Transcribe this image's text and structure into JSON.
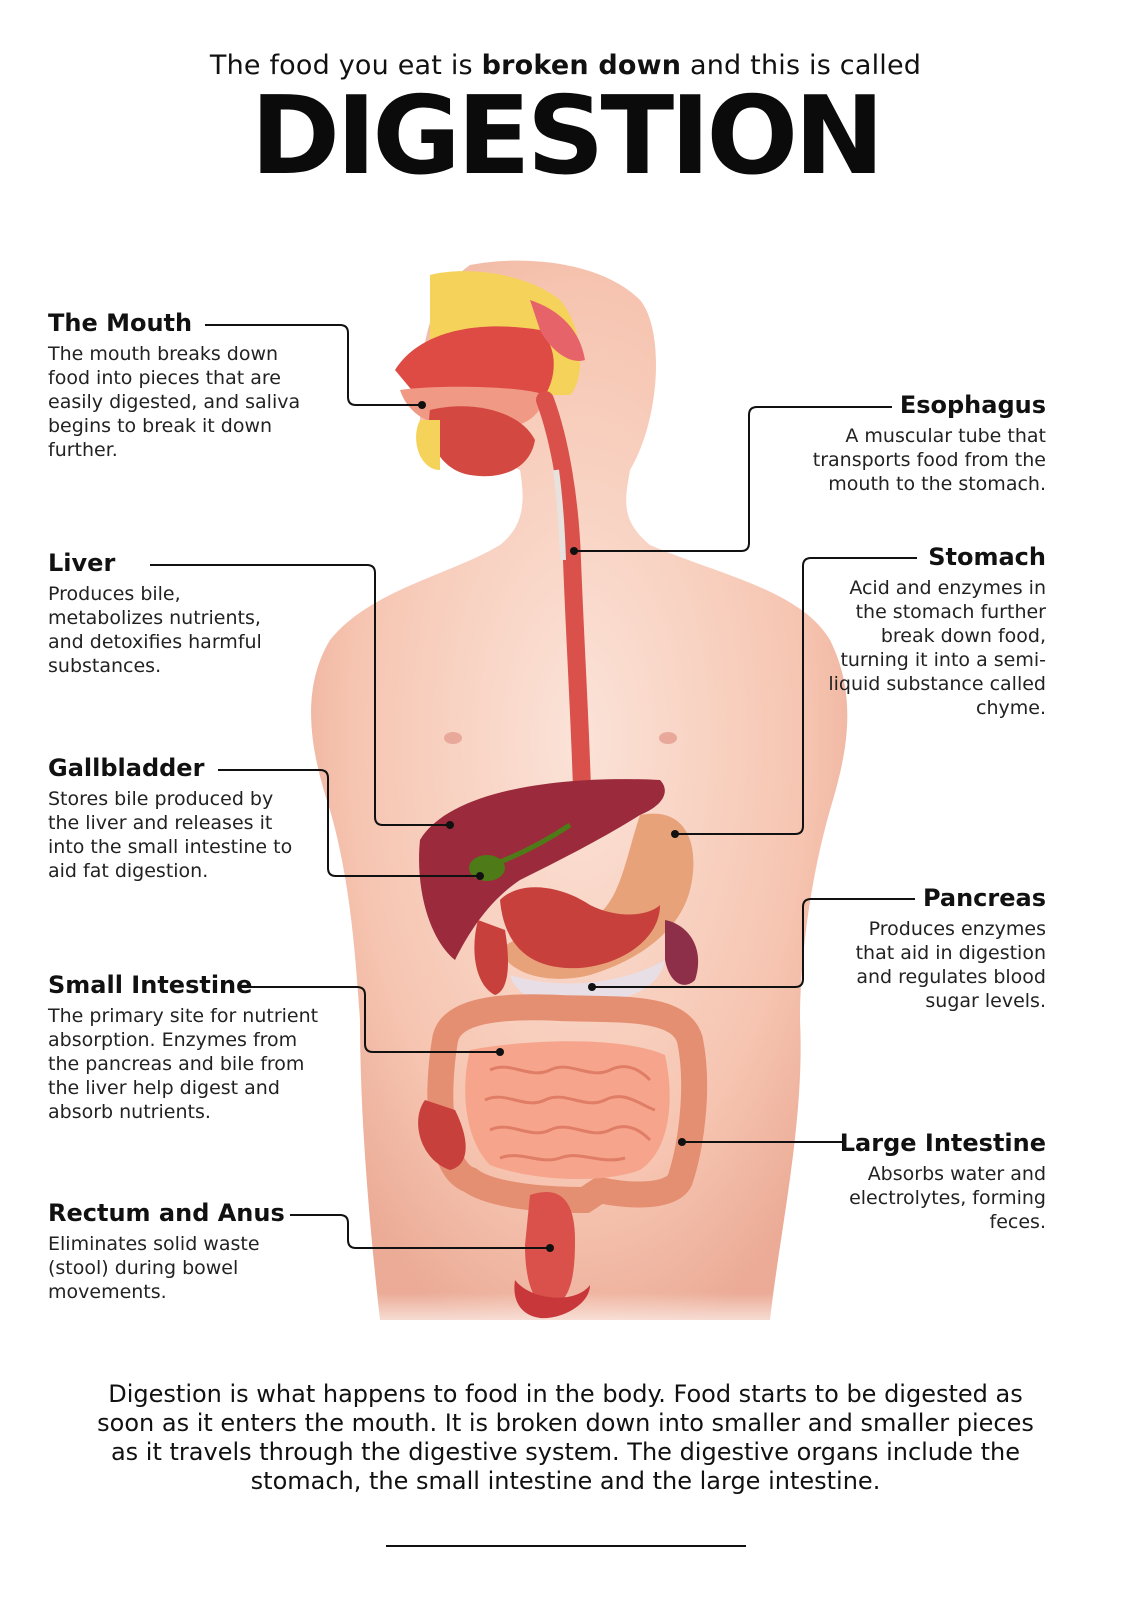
{
  "intro": {
    "before": "The food you eat is ",
    "bold": "broken down",
    "after": " and this is called"
  },
  "title": "DIGESTION",
  "organs": {
    "mouth": {
      "name": "The Mouth",
      "text": "The mouth breaks down food into pieces that are easily digested, and saliva begins to break it down further."
    },
    "liver": {
      "name": "Liver",
      "text": "Produces bile, metabolizes nutrients, and detoxifies harmful substances."
    },
    "gallbladder": {
      "name": "Gallbladder",
      "text": "Stores bile produced by the liver and releases it into the small intestine to aid fat digestion."
    },
    "small_intestine": {
      "name": "Small Intestine",
      "text": "The primary site for nutrient absorption. Enzymes from the pancreas and bile from the liver help digest and absorb nutrients."
    },
    "rectum": {
      "name": "Rectum and Anus",
      "text": "Eliminates solid waste (stool) during bowel movements."
    },
    "esophagus": {
      "name": "Esophagus",
      "text": "A muscular tube that transports food from the mouth to the stomach."
    },
    "stomach": {
      "name": "Stomach",
      "text": "Acid and enzymes in the stomach further break down food, turning it into a semi-liquid substance called chyme."
    },
    "pancreas": {
      "name": "Pancreas",
      "text": "Produces enzymes that aid in digestion and regulates blood sugar levels."
    },
    "large_intestine": {
      "name": "Large Intestine",
      "text": "Absorbs water and electrolytes, forming feces."
    }
  },
  "summary": "Digestion is what happens to food in the body. Food starts to be digested as soon as it enters the mouth. It is broken down into smaller and smaller pieces as it travels through the digestive system. The digestive organs include the stomach, the small intestine and the large intestine.",
  "colors": {
    "skin": "#f6c9b8",
    "skin_dark": "#e9a68f",
    "muscle": "#d9514a",
    "liver": "#9a2a3c",
    "gallbladder": "#4f7a18",
    "stomach": "#e8a27a",
    "intestine": "#f4a58d",
    "large_intestine": "#e58f72",
    "leader": "#111111"
  }
}
